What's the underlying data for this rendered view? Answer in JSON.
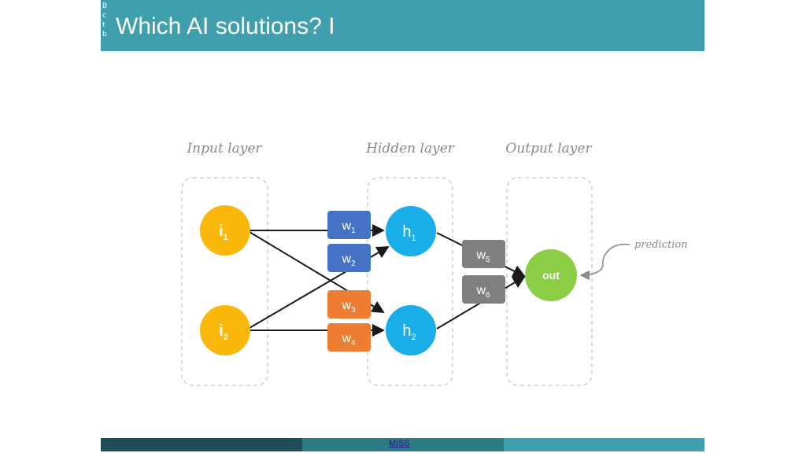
{
  "header": {
    "title": "Which AI solutions?  I",
    "side_letters": [
      "B",
      "c",
      "t",
      "b"
    ]
  },
  "diagram": {
    "layers": {
      "input": "Input layer",
      "hidden": "Hidden layer",
      "output": "Output layer"
    },
    "inputs": [
      {
        "main": "i",
        "sub": "1"
      },
      {
        "main": "i",
        "sub": "2"
      }
    ],
    "hidden": [
      {
        "main": "h",
        "sub": "1"
      },
      {
        "main": "h",
        "sub": "2"
      }
    ],
    "output": {
      "label": "out"
    },
    "weights": [
      {
        "main": "w",
        "sub": "1"
      },
      {
        "main": "w",
        "sub": "2"
      },
      {
        "main": "w",
        "sub": "3"
      },
      {
        "main": "w",
        "sub": "4"
      },
      {
        "main": "w",
        "sub": "5"
      },
      {
        "main": "w",
        "sub": "6"
      }
    ],
    "annotation": "prediction",
    "colors": {
      "input": "#fbb80c",
      "hidden": "#1aaee9",
      "output": "#8bce45",
      "weight_blue": "#4472c4",
      "weight_orange": "#ed7d31",
      "weight_gray": "#7f7f7f"
    }
  },
  "footer": {
    "text": "MISS"
  }
}
